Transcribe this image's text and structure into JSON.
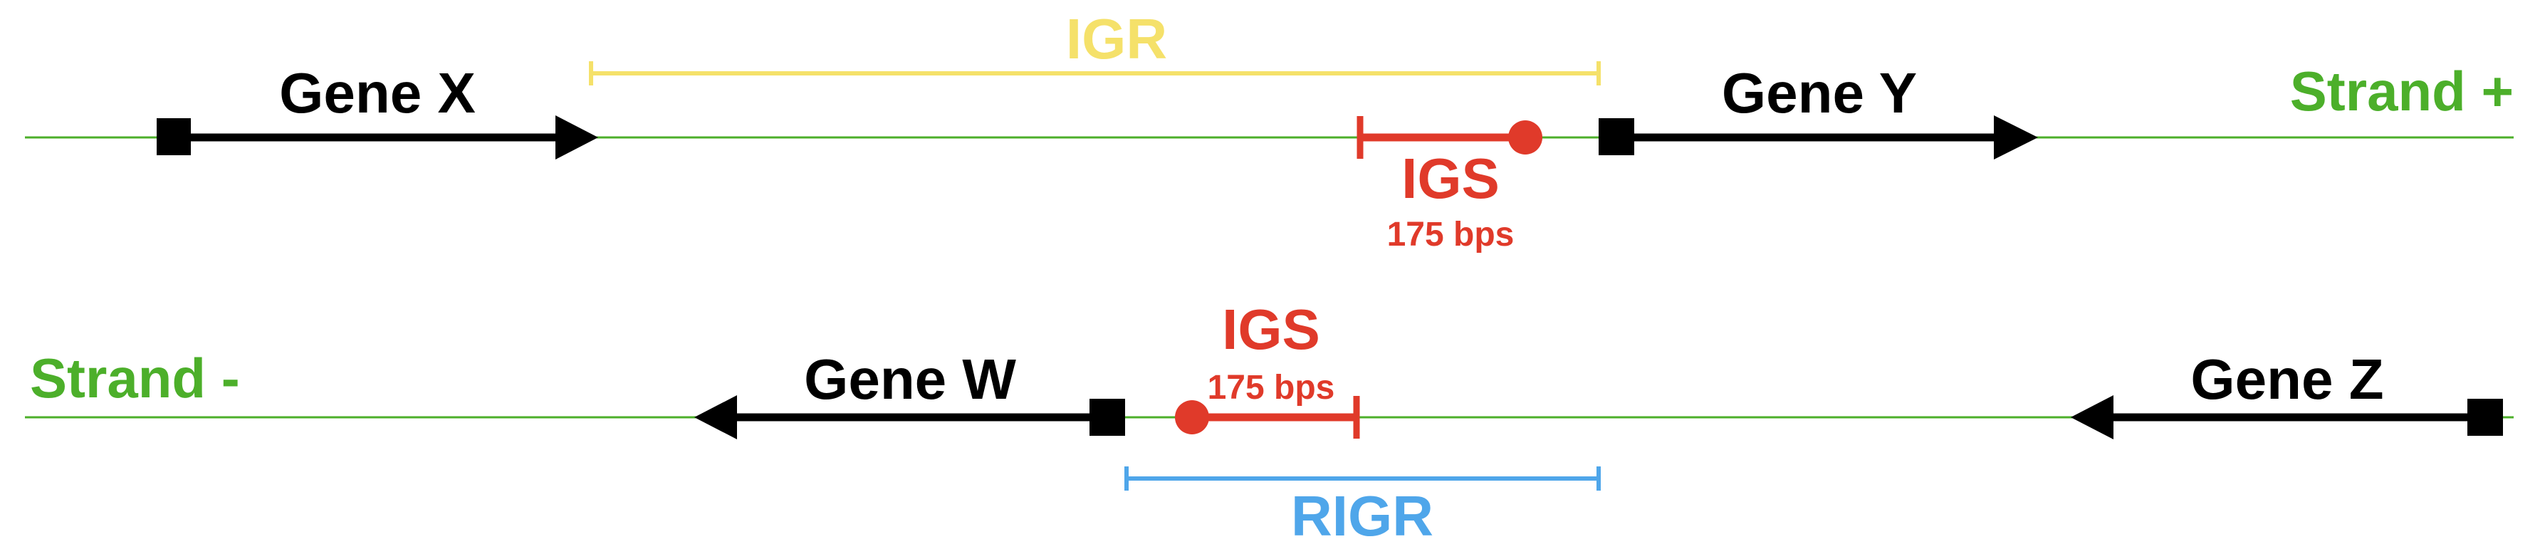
{
  "strands": {
    "plus_label": "Strand +",
    "minus_label": "Strand -"
  },
  "genes": {
    "x_label": "Gene X",
    "y_label": "Gene Y",
    "w_label": "Gene W",
    "z_label": "Gene Z"
  },
  "regions": {
    "igr_label": "IGR",
    "rigr_label": "RIGR",
    "igs_top_label": "IGS",
    "igs_top_size": "175 bps",
    "igs_bottom_label": "IGS",
    "igs_bottom_size": "175 bps"
  },
  "colors": {
    "strand": "#4caf2a",
    "gene": "#000000",
    "igr": "#f5e16a",
    "rigr": "#4fa6ea",
    "igs": "#e03a2a"
  }
}
